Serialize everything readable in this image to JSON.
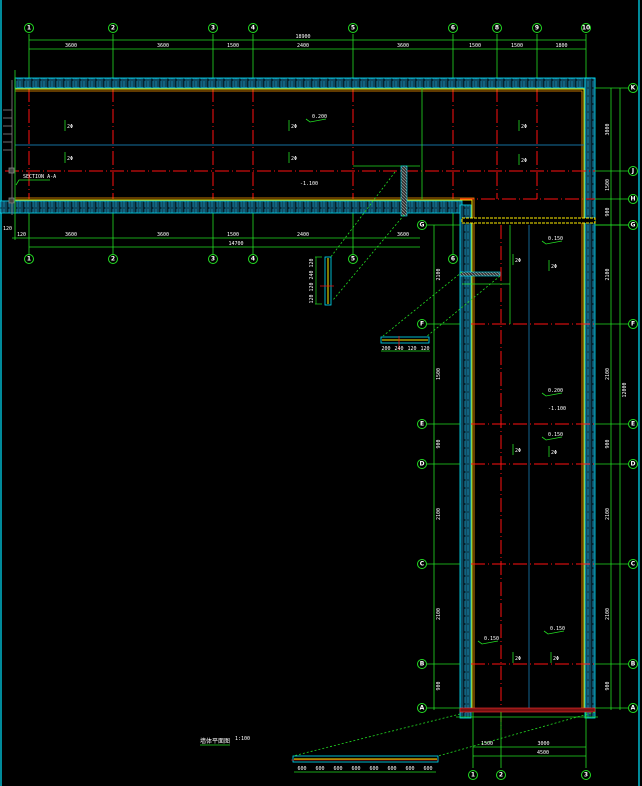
{
  "colors": {
    "background": "#000000",
    "grid": "#22dd22",
    "wall_fill": "#1a8ab0",
    "wall_edge": "#00e5ff",
    "beam_axis": "#ff1111",
    "yellow_line": "#ffee00",
    "orange_line": "#ff9900",
    "mid_line": "#1570a0",
    "text": "#ffffff"
  },
  "top_axes": {
    "labels": [
      "1",
      "2",
      "3",
      "4",
      "5",
      "6",
      "8",
      "9",
      "10"
    ],
    "dims": [
      "3600",
      "3600",
      "1500",
      "2400",
      "3600",
      "1500",
      "1500",
      "1800"
    ],
    "total": "18900"
  },
  "bottom_axes_top_block": {
    "labels": [
      "1",
      "2",
      "3",
      "4",
      "5",
      "6"
    ],
    "dims": [
      "3600",
      "3600",
      "1500",
      "2400",
      "3600"
    ],
    "end_dims": [
      "120",
      "120"
    ],
    "total": "14700"
  },
  "right_rows_top": {
    "labels": [
      "K",
      "J",
      "H",
      "G"
    ],
    "dims": [
      "3000",
      "1500",
      "900"
    ]
  },
  "right_rows_lower": {
    "labels": [
      "G",
      "F",
      "E",
      "D",
      "C",
      "B",
      "A"
    ],
    "dims": [
      "2100",
      "2100",
      "900",
      "2100",
      "2100",
      "900"
    ],
    "total": "12000"
  },
  "left_rows_lower": {
    "labels": [
      "G",
      "F",
      "E",
      "D",
      "C",
      "B",
      "A"
    ],
    "dims": [
      "2100",
      "1500",
      "900",
      "2100",
      "2100",
      "900"
    ]
  },
  "bottom_axes_lower_block": {
    "labels": [
      "1",
      "2",
      "3"
    ],
    "dims": [
      "1500",
      "3000"
    ],
    "total": "4500"
  },
  "slab_marks": [
    {
      "id": "B1",
      "text": "0.200"
    },
    {
      "id": "B2",
      "text": "0.200"
    },
    {
      "id": "B3",
      "text": "0.150"
    },
    {
      "id": "B4",
      "text": "0.150"
    },
    {
      "id": "B5",
      "text": "0.150"
    },
    {
      "id": "B6",
      "text": "0.150"
    }
  ],
  "beam_marks": [
    "2Φ",
    "2Φ",
    "2Φ",
    "2Φ",
    "2Φ",
    "2Φ",
    "2Φ",
    "2Φ",
    "2Φ",
    "2Φ",
    "2Φ",
    "2Φ"
  ],
  "level_marks": [
    "-1.100",
    "-1.100"
  ],
  "section_details": {
    "vertical_dims": [
      "120",
      "240",
      "120",
      "120"
    ],
    "horizontal_dims": [
      "200",
      "240",
      "120",
      "120"
    ],
    "long_dims": [
      "600",
      "600",
      "600",
      "600",
      "600",
      "600",
      "600",
      "600"
    ]
  },
  "left_note": "SECTION A-A",
  "drawing_title": "墙体平面图",
  "drawing_scale": "1:100"
}
